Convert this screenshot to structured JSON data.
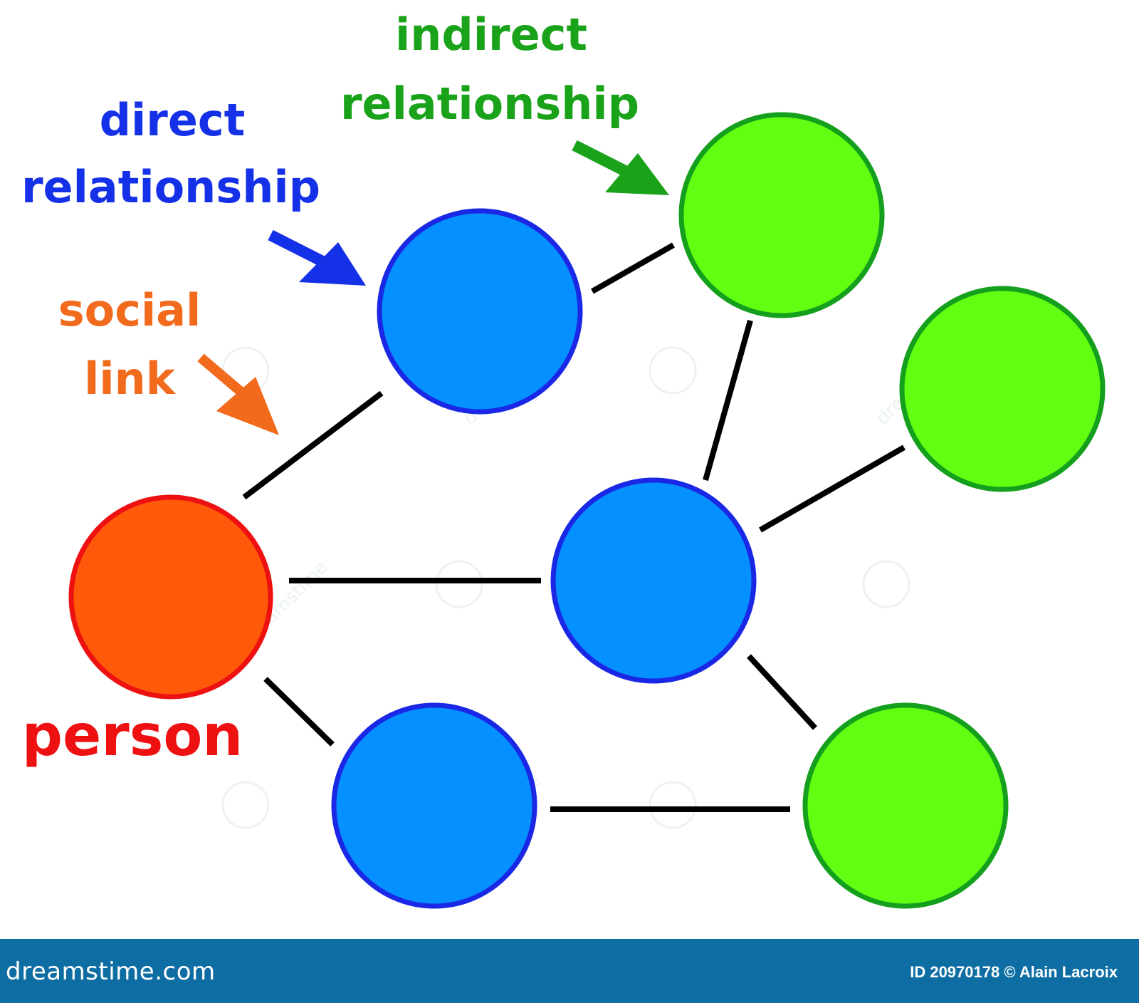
{
  "labels": {
    "indirect_line1": "indirect",
    "indirect_line2": "relationship",
    "direct_line1": "direct",
    "direct_line2": "relationship",
    "social_line1": "social",
    "social_line2": "link",
    "person": "person"
  },
  "colors": {
    "person_fill": "#ff5a0a",
    "person_stroke": "#ee1111",
    "direct_fill": "#0590ff",
    "direct_stroke": "#1a28e6",
    "indirect_fill": "#63ff12",
    "indirect_stroke": "#14a01c",
    "direct_text": "#1531e8",
    "indirect_text": "#1aa31a",
    "social_text": "#f26a1c",
    "person_text": "#ee1111",
    "link": "#000000",
    "footer": "#0e6ea3"
  },
  "watermark": "dreamstime",
  "footer": {
    "logo": "dreamstime.com",
    "credit": "ID 20970178 © Alain Lacroix"
  }
}
